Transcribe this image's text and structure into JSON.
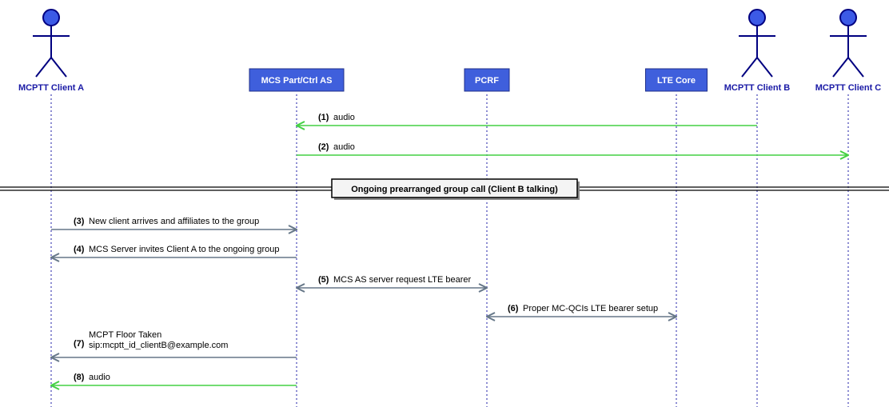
{
  "colors": {
    "actor_stroke": "#000080",
    "actor_fill": "#3c5ae6",
    "actor_label": "#1a1aa6",
    "box_fill": "#3f5fdc",
    "box_stroke": "#1f2f8a",
    "lifeline": "#1a1aa6",
    "audio_arrow": "#44d044",
    "signal_arrow": "#667788"
  },
  "participants": [
    {
      "id": "clientA",
      "name": "MCPTT Client A",
      "kind": "actor",
      "icon": "actor-icon"
    },
    {
      "id": "mcs",
      "name": "MCS Part/Ctrl AS",
      "kind": "box"
    },
    {
      "id": "pcrf",
      "name": "PCRF",
      "kind": "box"
    },
    {
      "id": "lte",
      "name": "LTE Core",
      "kind": "box"
    },
    {
      "id": "clientB",
      "name": "MCPTT Client B",
      "kind": "actor",
      "icon": "actor-icon"
    },
    {
      "id": "clientC",
      "name": "MCPTT Client C",
      "kind": "actor",
      "icon": "actor-icon"
    }
  ],
  "divider": {
    "text": "Ongoing prearranged group call (Client B talking)"
  },
  "messages": [
    {
      "num": "(1)",
      "text": [
        "audio"
      ],
      "from": "clientB",
      "to": "mcs",
      "style": "audio",
      "bidirectional": false
    },
    {
      "num": "(2)",
      "text": [
        "audio"
      ],
      "from": "mcs",
      "to": "clientC",
      "style": "audio",
      "bidirectional": false
    },
    {
      "num": "(3)",
      "text": [
        "New client arrives and affiliates to the group"
      ],
      "from": "clientA",
      "to": "mcs",
      "style": "signal",
      "bidirectional": false
    },
    {
      "num": "(4)",
      "text": [
        "MCS Server invites Client A to the ongoing group"
      ],
      "from": "mcs",
      "to": "clientA",
      "style": "signal",
      "bidirectional": false
    },
    {
      "num": "(5)",
      "text": [
        "MCS AS server request LTE bearer"
      ],
      "from": "mcs",
      "to": "pcrf",
      "style": "signal",
      "bidirectional": true
    },
    {
      "num": "(6)",
      "text": [
        "Proper MC-QCIs LTE bearer setup"
      ],
      "from": "pcrf",
      "to": "lte",
      "style": "signal",
      "bidirectional": true
    },
    {
      "num": "(7)",
      "text": [
        "MCPT Floor Taken",
        "sip:mcptt_id_clientB@example.com"
      ],
      "from": "mcs",
      "to": "clientA",
      "style": "signal",
      "bidirectional": false
    },
    {
      "num": "(8)",
      "text": [
        "audio"
      ],
      "from": "mcs",
      "to": "clientA",
      "style": "audio",
      "bidirectional": false
    }
  ]
}
